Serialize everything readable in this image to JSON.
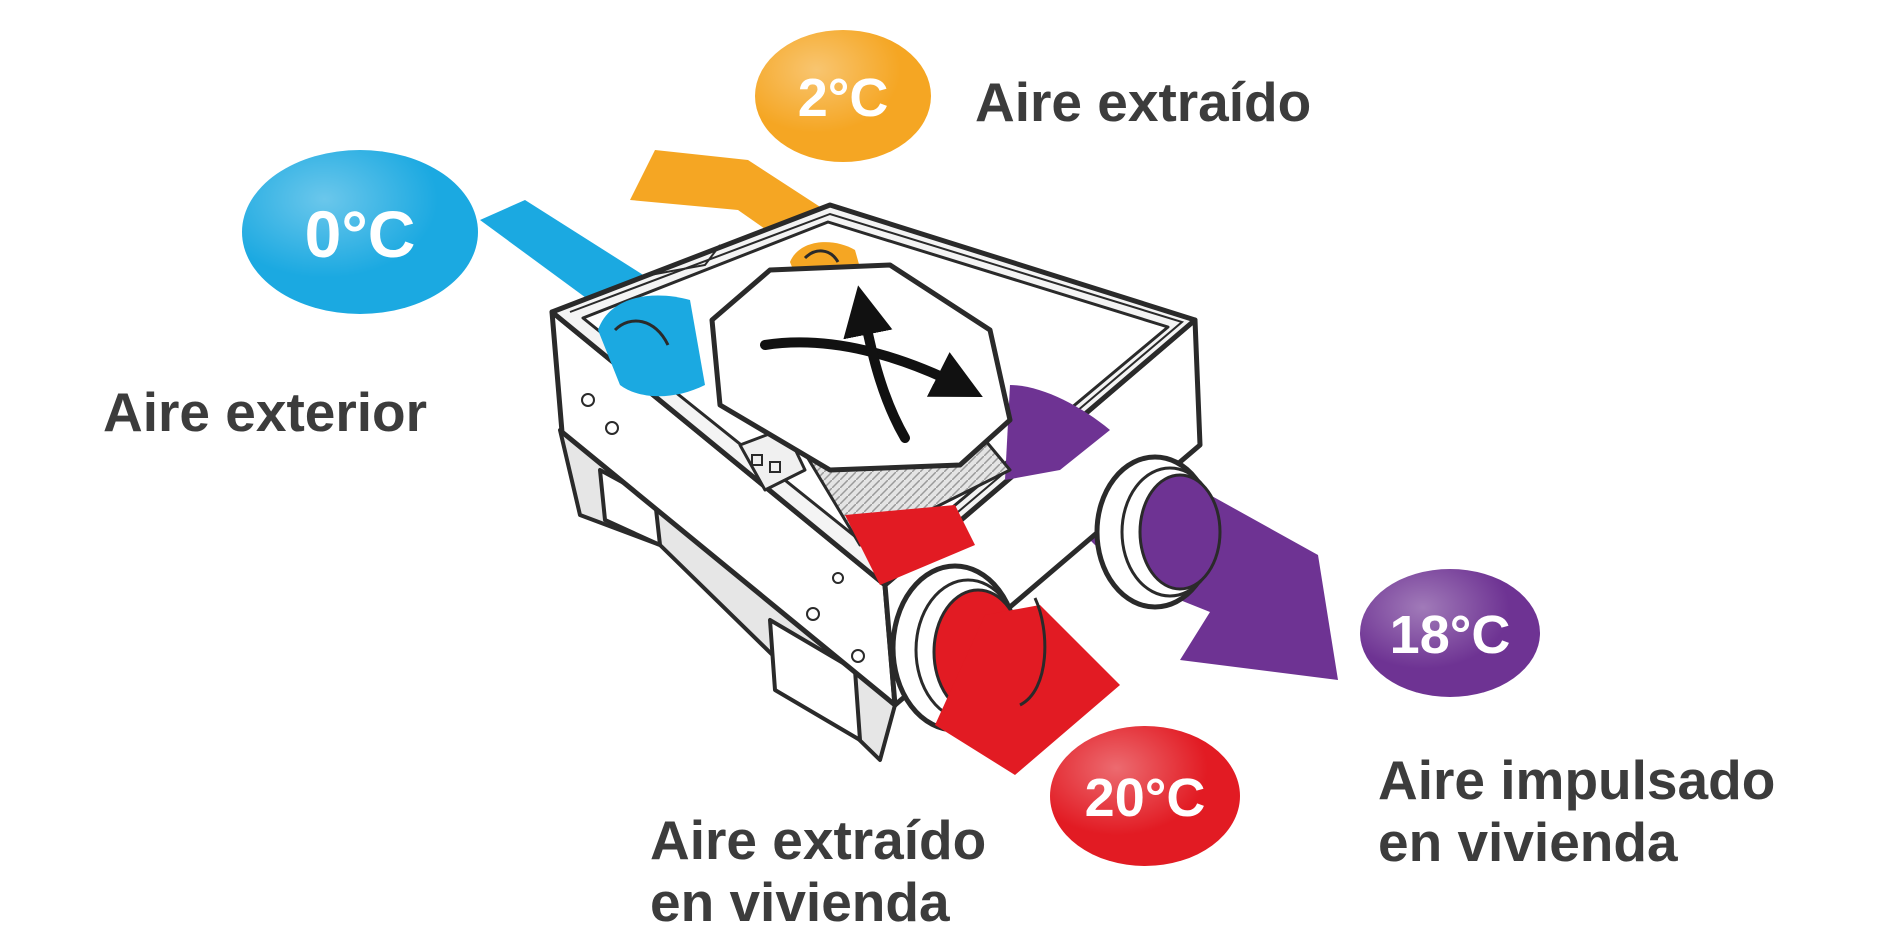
{
  "flows": {
    "outdoor": {
      "temperature": "0°C",
      "label_line1": "Aire exterior",
      "color": "#1ba9e1"
    },
    "exhaust": {
      "temperature": "2°C",
      "label_line1": "Aire extraído",
      "color": "#f5a623"
    },
    "supply": {
      "temperature": "18°C",
      "label_line1": "Aire impulsado",
      "label_line2": "en vivienda",
      "color": "#6e3393"
    },
    "extract": {
      "temperature": "20°C",
      "label_line1": "Aire extraído",
      "label_line2": "en vivienda",
      "color": "#e21b23"
    }
  },
  "device": {
    "outline_color": "#2a2a2a",
    "body_color": "#ffffff",
    "shading_color": "#d6d6d6",
    "flow_indicator_color": "#111111"
  },
  "text_color": "#3c3c3c"
}
